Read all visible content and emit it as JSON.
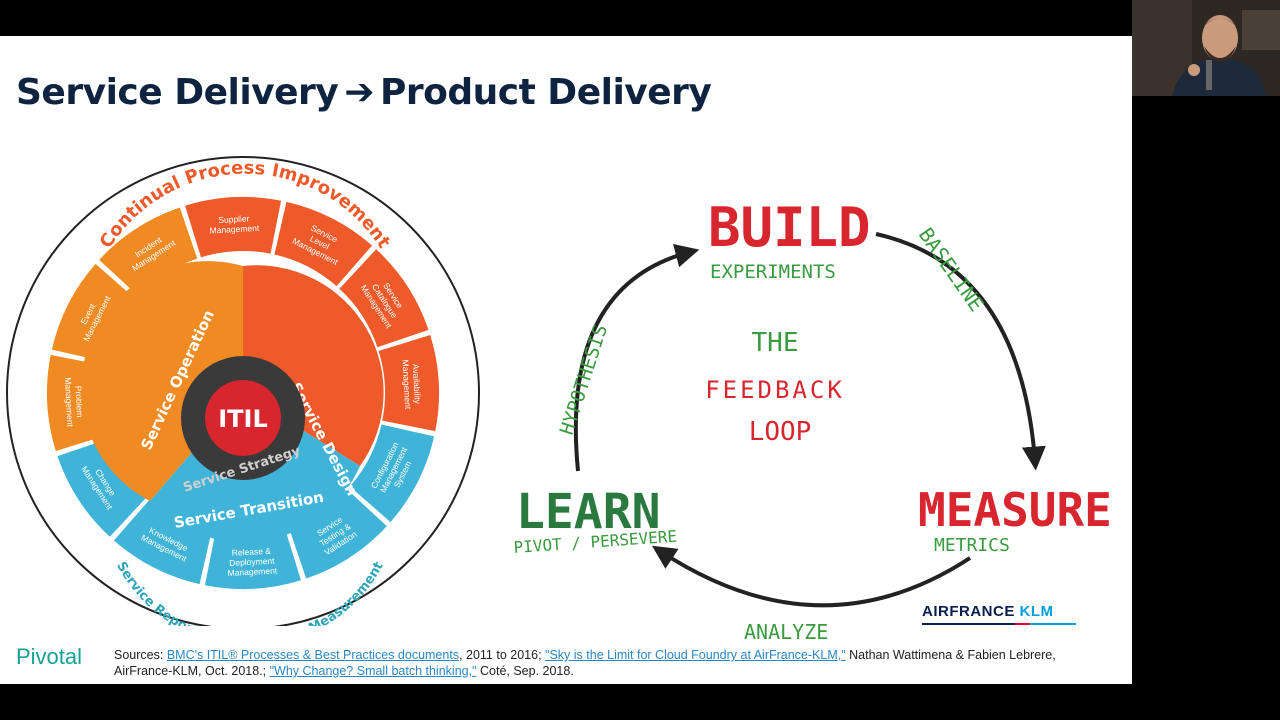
{
  "slide": {
    "title_left": "Service Delivery",
    "title_arrow": "➔",
    "title_right": "Product Delivery"
  },
  "itil": {
    "center": "ITIL",
    "center_subtitle": "Service Strategy",
    "outer_top": "Continual Process Improvement",
    "outer_bottom": "Service Reporting and Service Measurement",
    "service_operation": "Service Operation",
    "service_design": "Service Design",
    "service_transition": "Service Transition",
    "segments": [
      "Supplier Management",
      "Service Level Management",
      "Service Catalogue Management",
      "Availability Management",
      "Configuration Management System",
      "Service Testing & Validation",
      "Release & Deployment Management",
      "Knowledge Management",
      "Change Management",
      "Problem Management",
      "Event Management",
      "Incident Management"
    ]
  },
  "feedback": {
    "build": "BUILD",
    "build_sub": "EXPERIMENTS",
    "measure": "MEASURE",
    "measure_sub": "METRICS",
    "learn": "LEARN",
    "learn_sub": "PIVOT / PERSEVERE",
    "center_line1": "THE",
    "center_line2": "FEEDBACK",
    "center_line3": "LOOP",
    "arc_top_right": "BASELINE",
    "arc_bottom": "ANALYZE",
    "arc_left": "HYPOTHESIS"
  },
  "brand": {
    "airfrance": "AIRFRANCE",
    "klm": "KLM",
    "pivotal": "Pivotal"
  },
  "sources": {
    "prefix": "Sources: ",
    "link1": "BMC's ITIL® Processes & Best Practices documents",
    "text1": ", 2011 to 2016; ",
    "link2": "\"Sky is the Limit for Cloud Foundry at AirFrance-KLM,\"",
    "text2": " Nathan Wattimena & Fabien Lebrere, AirFrance-KLM, Oct. 2018.; ",
    "link3": "\"Why Change? Small batch thinking,\"",
    "text3": " Coté, Sep. 2018."
  },
  "colors": {
    "orange": "#f08a22",
    "red_orange": "#ee5a2a",
    "blue": "#40b4d8",
    "navy": "#0e2340",
    "red": "#d8262f",
    "green": "#2f8a40"
  }
}
